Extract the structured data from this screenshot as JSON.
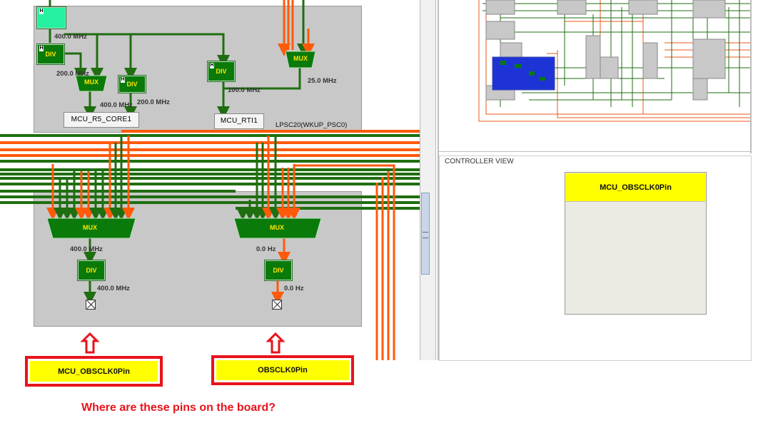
{
  "diagram": {
    "top_panel": {
      "label": "LPSC20(WKUP_PSC0)",
      "source_block": "H",
      "nodes": {
        "core": "MCU_R5_CORE1",
        "rti": "MCU_RTI1"
      },
      "blocks": {
        "div1": "DIV",
        "mux1": "MUX",
        "div2": "DIV",
        "div3": "DIV",
        "mux2": "MUX",
        "h_marker": "H"
      },
      "freqs": {
        "f1": "400.0 MHz",
        "f2": "200.0 MHz",
        "f3": "400.0 MHz",
        "f4": "200.0 MHz",
        "f5": "100.0 MHz",
        "f6": "25.0 MHz"
      }
    },
    "bottom_panel": {
      "left": {
        "mux": "MUX",
        "div": "DIV",
        "freq_in": "400.0 MHz",
        "freq_out": "400.0 MHz"
      },
      "right": {
        "mux": "MUX",
        "div": "DIV",
        "freq_in": "0.0 Hz",
        "freq_out": "0.0 Hz"
      }
    },
    "pins": {
      "left": "MCU_OBSCLK0Pin",
      "right": "OBSCLK0Pin"
    },
    "question": "Where are these pins on the board?"
  },
  "controller": {
    "title": "CONTROLLER VIEW",
    "block_label": "MCU_OBSCLK0Pin"
  },
  "colors": {
    "wire_green": "#1f6e10",
    "wire_orange": "#ff5a0a",
    "block_green": "#0a7a0a",
    "block_text": "#ffe600",
    "panel_gray": "#c8c8c8",
    "highlight_red": "#e8131b",
    "pin_yellow": "#ffff00",
    "selection_blue": "#1e33d6"
  }
}
